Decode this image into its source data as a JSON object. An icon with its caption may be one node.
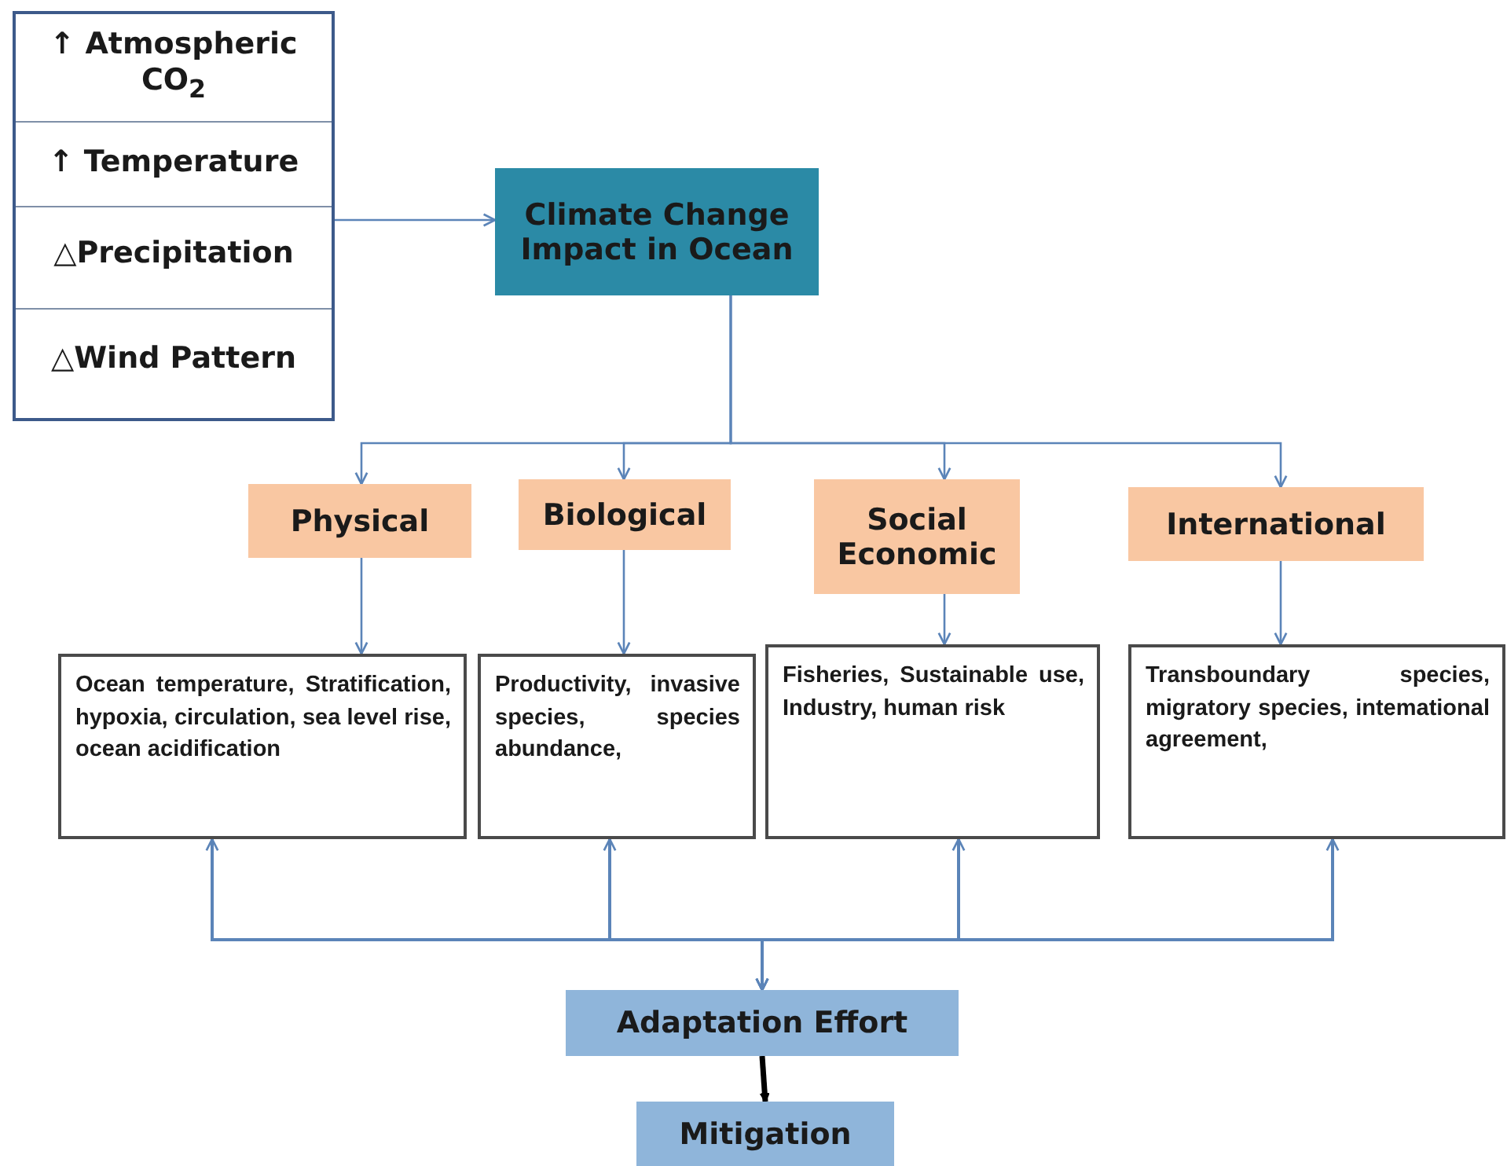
{
  "diagram": {
    "nodes": [
      {
        "text": [
          "↑ Atmospheric CO$_{2}$",
          "↑ Temperature",
          "△Precipitation",
          "△Wind Pattern"
        ]
      },
      {
        "text": [
          "Climate Change Impact in Ocean"
        ]
      },
      {
        "text": [
          "Physical"
        ]
      },
      {
        "text": [
          "Biological"
        ]
      },
      {
        "text": [
          "Social Economic"
        ]
      },
      {
        "text": [
          "International"
        ]
      },
      {
        "text": [
          "Ocean temperature, Stratification, hypoxia, circulation, sea level rise, ocean acidification"
        ]
      },
      {
        "text": [
          "Productivity, invasive species, species abundance,"
        ]
      },
      {
        "text": [
          "Fisheries, Sustainable use, Industry, human risk"
        ]
      },
      {
        "text": [
          "Transboundary species, migratory species, intemational agreement,"
        ]
      },
      {
        "text": [
          "Adaptation Effort"
        ]
      },
      {
        "text": [
          "Mitigation"
        ]
      }
    ],
    "edges": [
      {
        "from": 0,
        "to": 1,
        "arrow": "to"
      },
      {
        "from": 1,
        "to": 2,
        "arrow": "to"
      },
      {
        "from": 1,
        "to": 3,
        "arrow": "to"
      },
      {
        "from": 1,
        "to": 4,
        "arrow": "to"
      },
      {
        "from": 1,
        "to": 5,
        "arrow": "to"
      },
      {
        "from": 2,
        "to": 6,
        "arrow": "to"
      },
      {
        "from": 3,
        "to": 7,
        "arrow": "to"
      },
      {
        "from": 4,
        "to": 8,
        "arrow": "to"
      },
      {
        "from": 5,
        "to": 9,
        "arrow": "to"
      },
      {
        "from": 10,
        "to": 6,
        "arrow": "both"
      },
      {
        "from": 10,
        "to": 7,
        "arrow": "both"
      },
      {
        "from": 10,
        "to": 8,
        "arrow": "both"
      },
      {
        "from": 10,
        "to": 9,
        "arrow": "both"
      },
      {
        "from": 10,
        "to": 11,
        "arrow": "to",
        "style": "thick",
        "color": "#000000"
      }
    ]
  }
}
